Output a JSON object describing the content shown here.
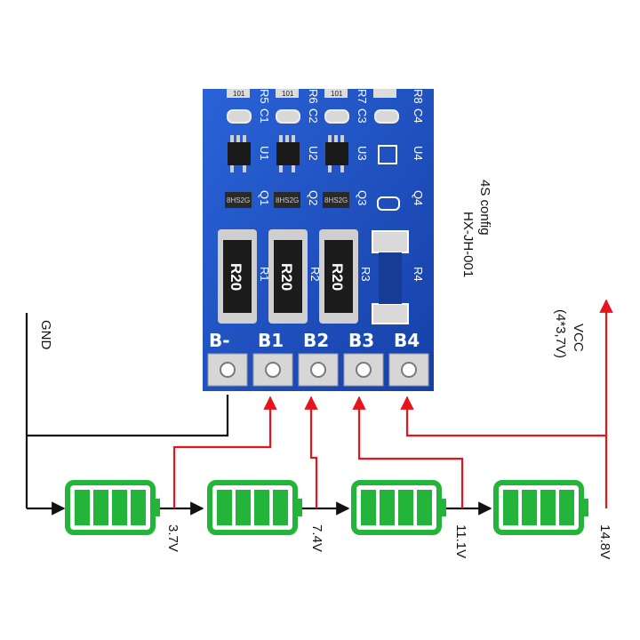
{
  "board": {
    "pads": [
      "B-",
      "B1",
      "B2",
      "B3",
      "B4"
    ],
    "silk_top": [
      "R5",
      "R6",
      "R7",
      "R8"
    ],
    "caps": [
      "C1",
      "C2",
      "C3",
      "C4"
    ],
    "ics": [
      "U1",
      "U2",
      "U3",
      "U4"
    ],
    "mosfets": [
      "Q1",
      "Q2",
      "Q3",
      "Q4"
    ],
    "resistors": [
      "R1",
      "R2",
      "R3",
      "R4"
    ],
    "resistor_code": "R20",
    "small_resistor_code": "101",
    "mosfet_code": "8HS2G"
  },
  "labels": {
    "config_line1": "4S config",
    "config_line2": "HX-JH-001",
    "vcc_line1": "VCC",
    "vcc_line2": "(4*3,7V)",
    "gnd": "GND"
  },
  "voltages": [
    "3.7V",
    "7.4V",
    "11.1V",
    "14.8V"
  ],
  "colors": {
    "pcb": "#1b4fc4",
    "battery": "#22b53a",
    "wire_positive": "#e8141b",
    "wire_ground": "#111111"
  }
}
